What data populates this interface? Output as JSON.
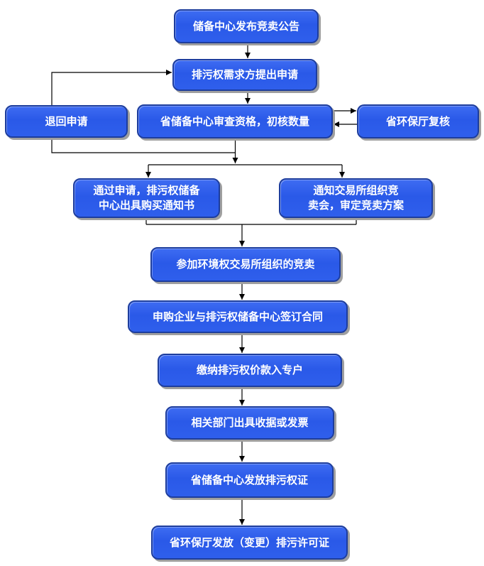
{
  "page": {
    "background": "#ffffff",
    "type": "flowchart"
  },
  "colors": {
    "node_fill": "#2b5be9",
    "node_fill_highlight": "#3e6cf2",
    "node_border": "#1d3d9d",
    "node_text": "#ffffff",
    "connector": "#000000",
    "shadow": "#9f9f9f"
  },
  "flowchart": {
    "nodes": [
      {
        "id": "announce",
        "label": "储备中心发布竞卖公告"
      },
      {
        "id": "apply",
        "label": "排污权需求方提出申请"
      },
      {
        "id": "return",
        "label": "退回申请"
      },
      {
        "id": "review",
        "label": "省储备中心审查资格，初核数量"
      },
      {
        "id": "recheck",
        "label": "省环保厅复核"
      },
      {
        "id": "notice-buy",
        "label": "通过申请，排污权储备\n中心出具购买通知书"
      },
      {
        "id": "notice-auction",
        "label": "通知交易所组织竞\n卖会，审定竞卖方案"
      },
      {
        "id": "auction",
        "label": "参加环境权交易所组织的竞卖"
      },
      {
        "id": "contract",
        "label": "申购企业与排污权储备中心签订合同"
      },
      {
        "id": "pay",
        "label": "缴纳排污权价款入专户"
      },
      {
        "id": "receipt",
        "label": "相关部门出具收据或发票"
      },
      {
        "id": "cert",
        "label": "省储备中心发放排污权证"
      },
      {
        "id": "permit",
        "label": "省环保厅发放（变更）排污许可证"
      }
    ],
    "edges": [
      {
        "from": "announce",
        "to": "apply",
        "arrow": true
      },
      {
        "from": "return",
        "to": "apply",
        "arrow": true
      },
      {
        "from": "apply",
        "to": "review",
        "arrow": true
      },
      {
        "from": "review",
        "to": "recheck",
        "arrow": true
      },
      {
        "from": "recheck",
        "to": "review",
        "arrow": true
      },
      {
        "from": "return",
        "to": "split-line",
        "arrow": false
      },
      {
        "from": "review",
        "to": "split-line",
        "arrow": true
      },
      {
        "from": "split-line",
        "to": "notice-buy",
        "arrow": true
      },
      {
        "from": "split-line",
        "to": "notice-auction",
        "arrow": true
      },
      {
        "from": "notice-buy",
        "to": "auction",
        "arrow": true
      },
      {
        "from": "notice-auction",
        "to": "auction",
        "arrow": true
      },
      {
        "from": "auction",
        "to": "contract",
        "arrow": true
      },
      {
        "from": "contract",
        "to": "pay",
        "arrow": true
      },
      {
        "from": "pay",
        "to": "receipt",
        "arrow": true
      },
      {
        "from": "receipt",
        "to": "cert",
        "arrow": true
      },
      {
        "from": "cert",
        "to": "permit",
        "arrow": true
      }
    ]
  }
}
